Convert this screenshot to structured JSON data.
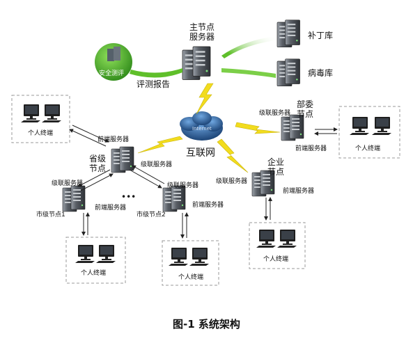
{
  "labels": {
    "main_node": "主节点\n服务器",
    "patch_lib": "补丁库",
    "virus_lib": "病毒库",
    "security_eval": "安全测评",
    "eval_report": "评测报告",
    "internet": "互联网",
    "internet_cloud_text": "Internet",
    "ministry_cascade": "级联服务器",
    "ministry_node": "部委\n节点",
    "ministry_front": "前端服务器",
    "ministry_terminal": "个人终端",
    "prov_front": "前端服务器",
    "prov_node": "省级\n节点",
    "prov_cascade": "级联服务器",
    "prov_terminal": "个人终端",
    "city1_cascade": "级联服务器",
    "city1_front": "前端服务器",
    "city1_node": "市级节点1",
    "city1_terminal": "个人终端",
    "city2_cascade": "级联服务器",
    "city2_front": "前端服务器",
    "city2_node": "市级节点2",
    "city2_terminal": "个人终端",
    "ellipsis": "•••",
    "ent_node": "企业\n节点",
    "ent_cascade": "级联服务器",
    "ent_front": "前端服务器",
    "ent_terminal": "个人终端"
  },
  "caption": "图-1  系统架构",
  "colors": {
    "server_body": "#4a4f56",
    "lightning": "#f2dc1e",
    "arrow_green": "#5fbf2a",
    "cloud": "#1d4f8a",
    "terminal_box": "#999999"
  }
}
